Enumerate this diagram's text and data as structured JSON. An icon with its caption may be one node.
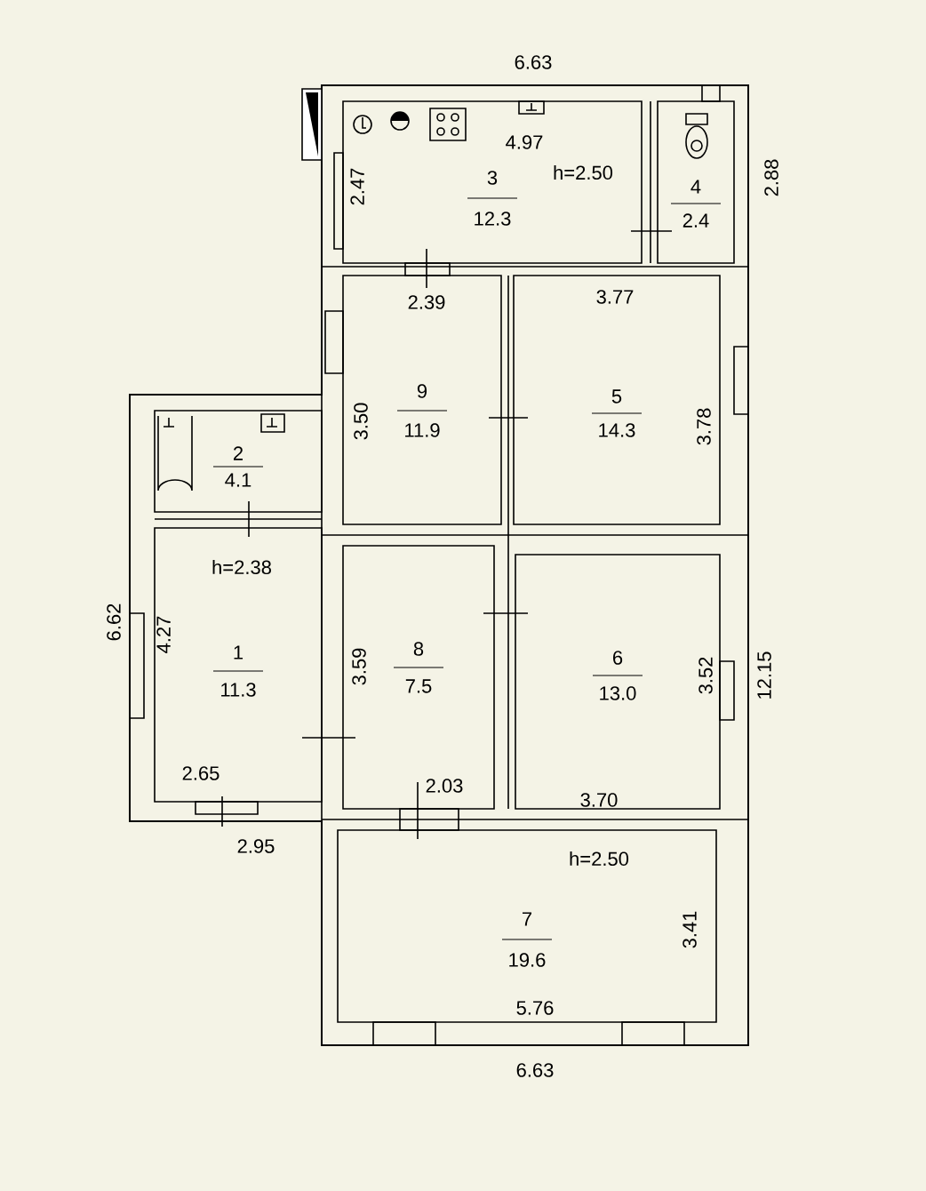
{
  "diagram": {
    "nodes": [
      {
        "text": [
          "3",
          "12.3"
        ]
      },
      {
        "text": [
          "4",
          "2.4"
        ]
      },
      {
        "text": [
          "9",
          "11.9"
        ]
      },
      {
        "text": [
          "5",
          "14.3"
        ]
      },
      {
        "text": [
          "2",
          "4.1"
        ]
      },
      {
        "text": [
          "1",
          "11.3"
        ]
      },
      {
        "text": [
          "8",
          "7.5"
        ]
      },
      {
        "text": [
          "6",
          "13.0"
        ]
      },
      {
        "text": [
          "7",
          "19.6"
        ]
      }
    ],
    "edges": [],
    "labels": [
      "6.63",
      "4.97",
      "h=2.50",
      "2.47",
      "2.88",
      "2.39",
      "3.77",
      "3.50",
      "3.78",
      "h=2.38",
      "6.62",
      "4.27",
      "3.59",
      "3.52",
      "12.15",
      "2.65",
      "2.03",
      "3.70",
      "2.95",
      "h=2.50",
      "3.41",
      "5.76",
      "6.63"
    ]
  }
}
